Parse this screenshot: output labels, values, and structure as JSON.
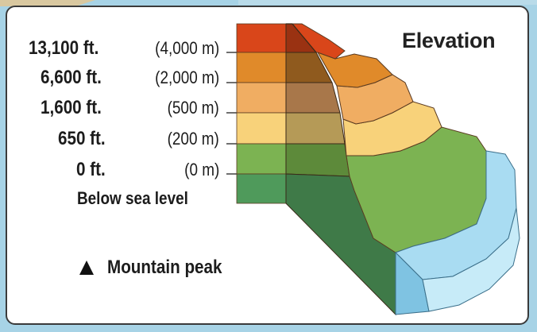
{
  "legend": {
    "title": "Elevation",
    "levels": [
      {
        "feet": "13,100 ft.",
        "meters": "(4,000 m)",
        "color": "#d9461a"
      },
      {
        "feet": "6,600 ft.",
        "meters": "(2,000 m)",
        "color": "#e08a2a"
      },
      {
        "feet": "1,600 ft.",
        "meters": "(500 m)",
        "color": "#f0ad62"
      },
      {
        "feet": "650 ft.",
        "meters": "(200 m)",
        "color": "#f8d27a"
      },
      {
        "feet": "0 ft.",
        "meters": "(0 m)",
        "color": "#7cb352"
      },
      {
        "feet": "Below sea level",
        "meters": "",
        "color": "#4f9a5b"
      }
    ],
    "peak_symbol": {
      "icon": "triangle-peak-icon",
      "label": "Mountain peak"
    },
    "water_color": "#a9dcf2"
  }
}
